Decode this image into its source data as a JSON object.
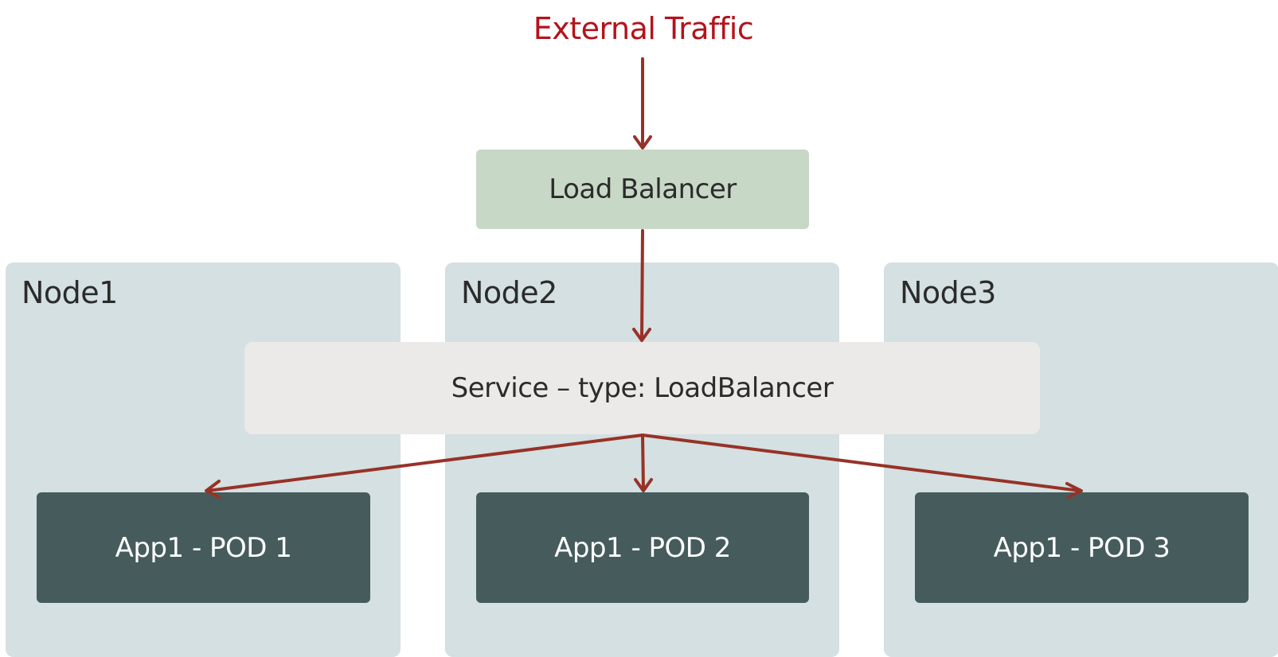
{
  "title": "External Traffic",
  "load_balancer": {
    "label": "Load Balancer"
  },
  "service": {
    "label": "Service – type: LoadBalancer"
  },
  "nodes": [
    {
      "label": "Node1"
    },
    {
      "label": "Node2"
    },
    {
      "label": "Node3"
    }
  ],
  "pods": [
    {
      "label": "App1 - POD 1"
    },
    {
      "label": "App1 - POD 2"
    },
    {
      "label": "App1 - POD 3"
    }
  ],
  "colors": {
    "title": "#b5121b",
    "arrow": "#973228",
    "node_bg": "#d4e0e1",
    "load_balancer_bg": "#c7d8c6",
    "service_bg": "#ebeae9",
    "pod_bg": "#465b5c"
  },
  "connections": [
    {
      "from": "External Traffic",
      "to": "Load Balancer"
    },
    {
      "from": "Load Balancer",
      "to": "Service – type: LoadBalancer"
    },
    {
      "from": "Service – type: LoadBalancer",
      "to": "App1 - POD 1"
    },
    {
      "from": "Service – type: LoadBalancer",
      "to": "App1 - POD 2"
    },
    {
      "from": "Service – type: LoadBalancer",
      "to": "App1 - POD 3"
    }
  ]
}
